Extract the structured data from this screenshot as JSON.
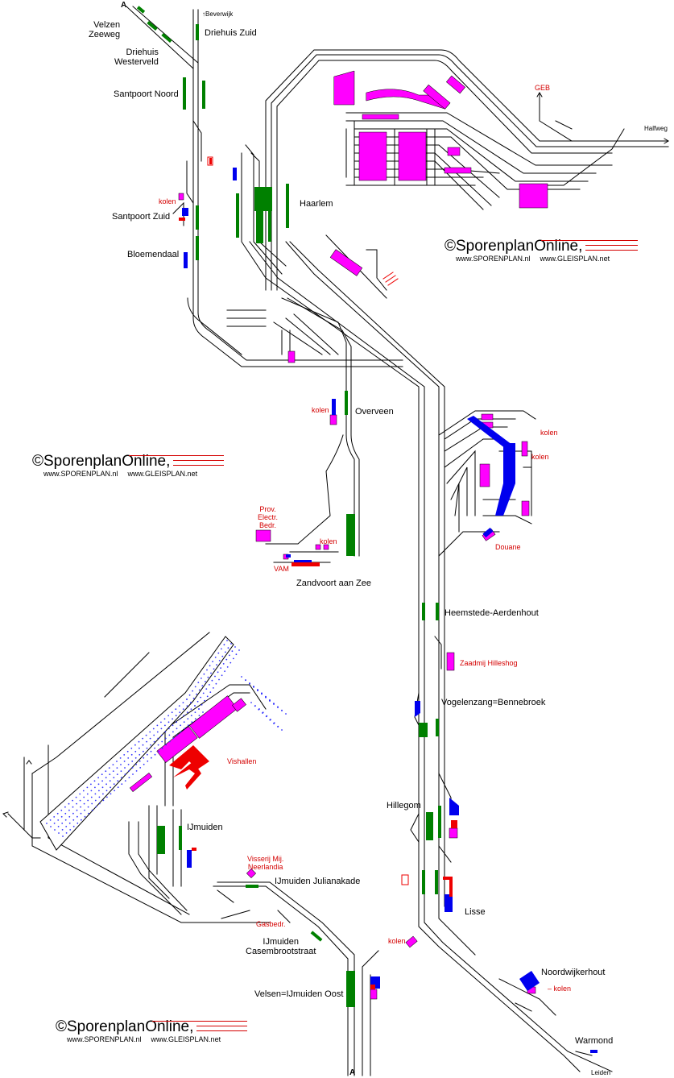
{
  "colors": {
    "track": "#000000",
    "platform": "#008000",
    "industry": "#ff00ff",
    "industry_alt": "#cc00cc",
    "goods": "#0000ee",
    "red": "#ee0000",
    "label_red": "#d40000"
  },
  "stations": {
    "velzen_zeeweg": "Velzen\nZeeweg",
    "driehuis_westerveld": "Driehuis\nWesterveld",
    "driehuis_zuid": "Driehuis Zuid",
    "beverwijk": "↑Beverwijk",
    "santpoort_noord": "Santpoort Noord",
    "santpoort_zuid": "Santpoort Zuid",
    "bloemendaal": "Bloemendaal",
    "haarlem": "Haarlem",
    "halfweg": "Halfweg",
    "overveen": "Overveen",
    "zandvoort": "Zandvoort aan Zee",
    "heemstede": "Heemstede-Aerdenhout",
    "vogelenzang": "Vogelenzang=Bennebroek",
    "hillegom": "Hillegom",
    "lisse": "Lisse",
    "noordwijkerhout": "Noordwijkerhout",
    "warmond": "Warmond",
    "leiden": "Leiden",
    "ijmuiden": "IJmuiden",
    "ijmuiden_julianakade": "IJmuiden Julianakade",
    "ijmuiden_casembrootstraat": "IJmuiden\nCasembrootstraat",
    "velsen_ijmuiden_oost": "Velsen=IJmuiden Oost"
  },
  "sidings": {
    "geb": "GEB",
    "kolen_santpoort": "kolen",
    "kolen_overveen": "kolen",
    "kolen_zandvoort": "kolen",
    "pee": "Prov.\nElectr.\nBedr.",
    "vam": "VAM",
    "kolen_haarlem_1": "kolen",
    "kolen_haarlem_2": "kolen",
    "douane": "Douane",
    "zaadmij": "Zaadmij Hilleshog",
    "vishallen": "Vishallen",
    "visserij": "Visserij Mij.\nNeerlandia",
    "gasbedr": "Gasbedr.",
    "kolen_velsen": "kolen",
    "kolen_noordwijkerhout": "– kolen"
  },
  "markers": {
    "a_top": "A",
    "a_bottom": "A"
  },
  "watermarks": [
    {
      "brand": "©SporenplanOnline,",
      "url1": "www.SPORENPLAN.nl",
      "url2": "www.GLEISPLAN.net"
    },
    {
      "brand": "©SporenplanOnline,",
      "url1": "www.SPORENPLAN.nl",
      "url2": "www.GLEISPLAN.net"
    },
    {
      "brand": "©SporenplanOnline,",
      "url1": "www.SPORENPLAN.nl",
      "url2": "www.GLEISPLAN.net"
    }
  ]
}
